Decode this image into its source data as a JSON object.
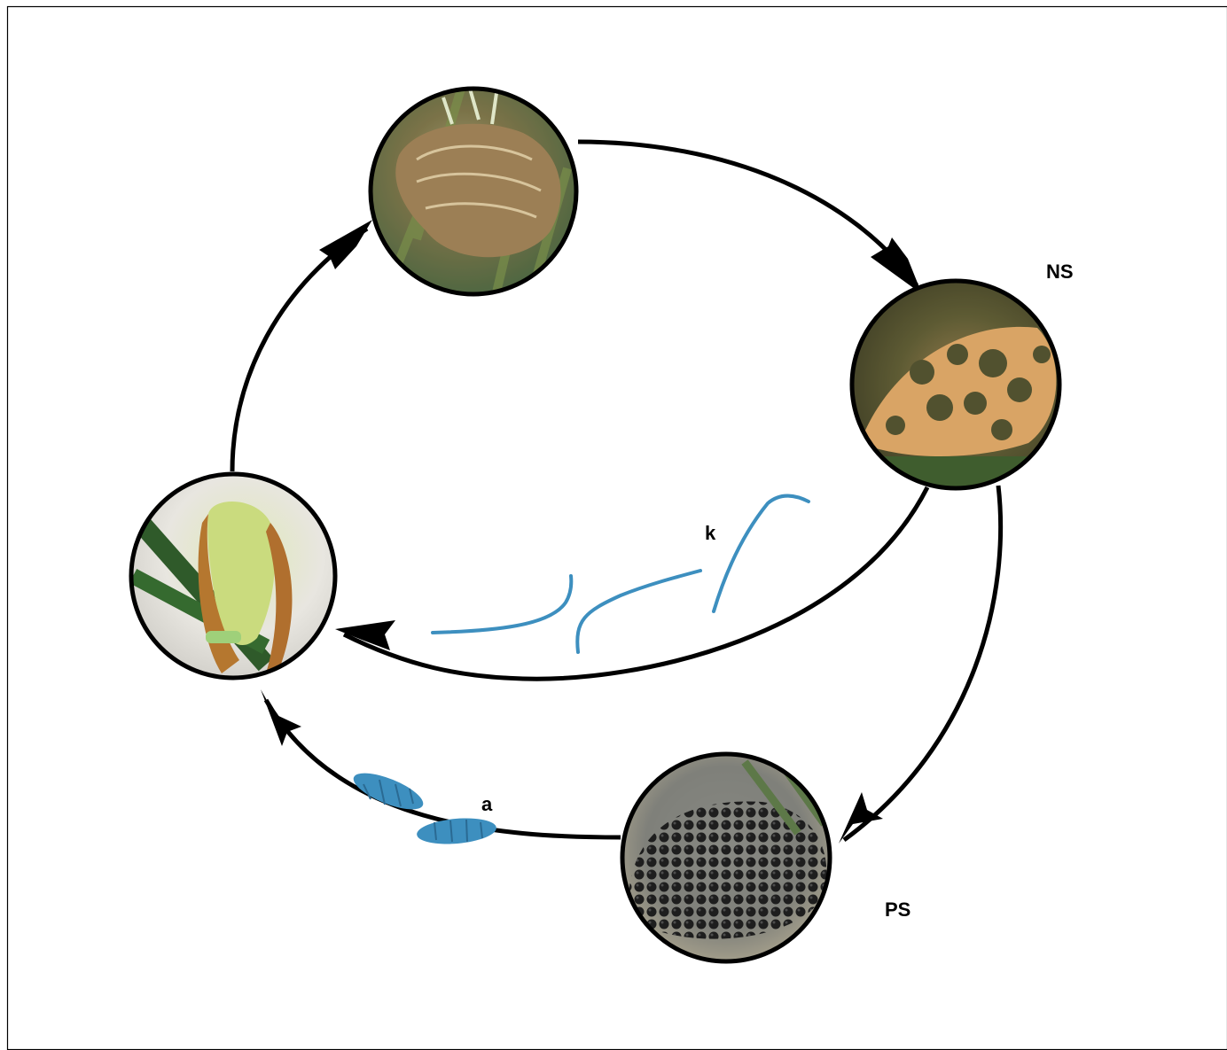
{
  "labels": {
    "ns": "NS",
    "k": "k",
    "ps": "PS",
    "a": "a"
  },
  "colors": {
    "frame": "#000000",
    "arrow": "#000000",
    "spore": "#3d8fbf"
  }
}
